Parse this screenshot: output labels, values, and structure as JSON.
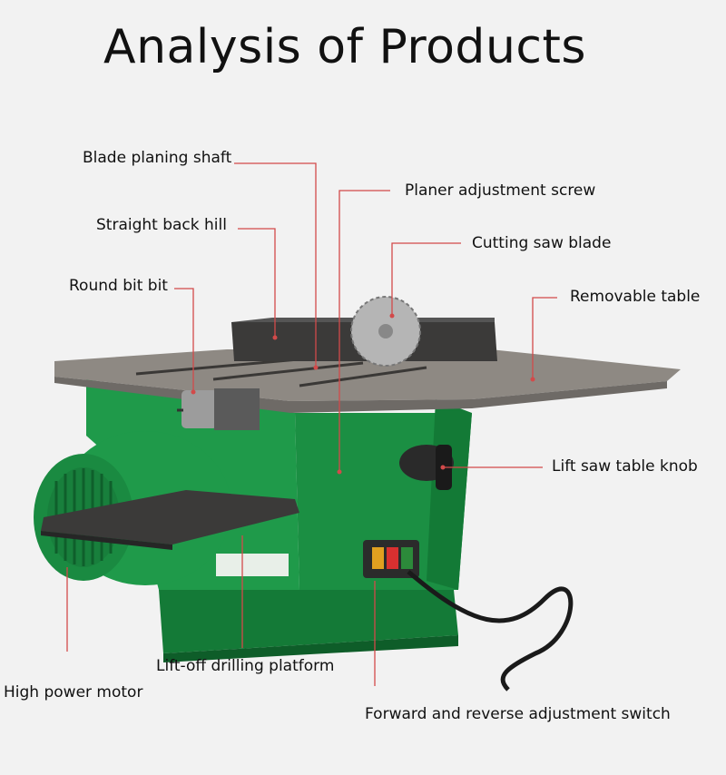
{
  "title": "Analysis of Products",
  "labels": {
    "blade_planing_shaft": "Blade planing shaft",
    "planer_adjustment_screw": "Planer adjustment screw",
    "straight_back_hill": "Straight back hill",
    "cutting_saw_blade": "Cutting saw blade",
    "round_bit_bit": "Round bit bit",
    "removable_table": "Removable table",
    "lift_saw_table_knob": "Lift saw table knob",
    "lift_off_drilling_platform": "Lift-off drilling platform",
    "high_power_motor": "High power motor",
    "forward_reverse_switch": "Forward and reverse adjustment switch"
  },
  "colors": {
    "machine_green": "#1f9a4a",
    "machine_green_dark": "#137a36",
    "table_grey": "#8a857f",
    "leader_line": "#d24a4a",
    "background": "#f2f2f2"
  },
  "icons": {
    "product": "bench-planer-saw-machine"
  }
}
